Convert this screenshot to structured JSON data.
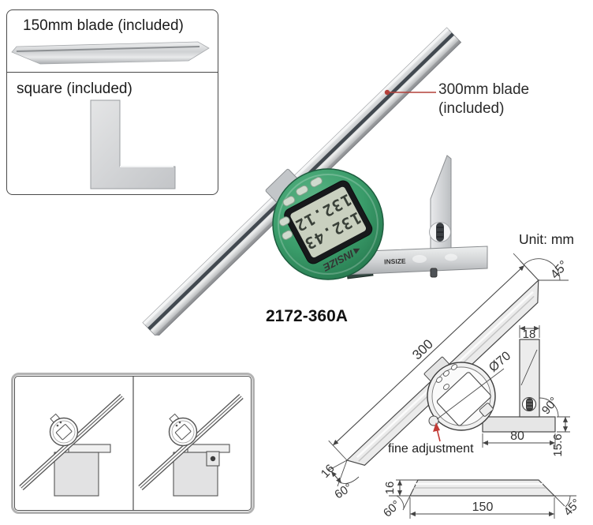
{
  "included_box": {
    "blade150_label": "150mm blade (included)",
    "square_label": "square (included)"
  },
  "photo": {
    "model": "2172-360A",
    "blade300_label_line1": "300mm blade",
    "blade300_label_line2": "(included)",
    "gauge_brand": "INSIZE",
    "gauge_brand_arrow": "◄",
    "base_brand": "INSIZE",
    "lcd_top": "132.43",
    "lcd_bottom": "132.12"
  },
  "diagram": {
    "unit_label": "Unit: mm",
    "blade_length": "300",
    "tip_angle": "45°",
    "blade_width": "16",
    "blade_tip_angle": "60°",
    "dial_diameter": "Ø70",
    "fine_adjustment_label": "fine adjustment",
    "square_width": "18",
    "square_angle": "90°",
    "base_length": "80",
    "base_height": "15.6",
    "small_blade": {
      "width": "16",
      "left_angle": "60°",
      "length": "150",
      "right_angle": "45°"
    }
  },
  "colors": {
    "gauge_green": "#3a9c6a",
    "leader_red": "#b4403a",
    "metal_gray": "#d7d9db",
    "drawing_line": "#4a4a4a"
  }
}
